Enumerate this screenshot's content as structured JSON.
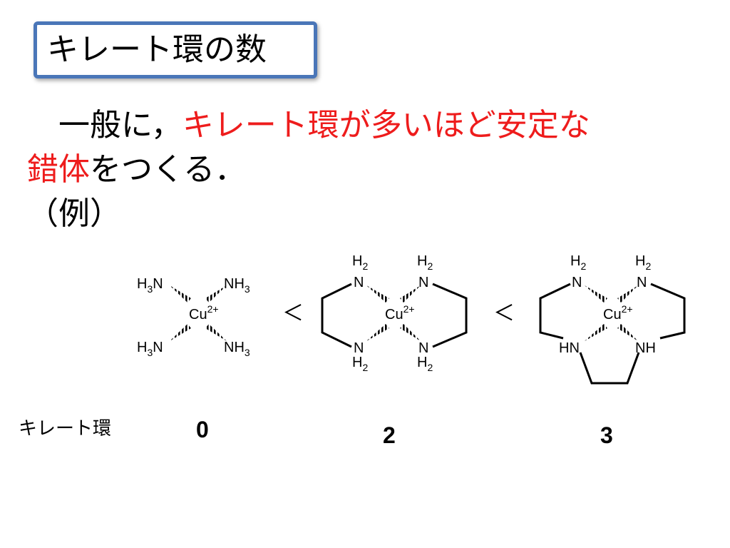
{
  "title": "キレート環の数",
  "body": {
    "line1_prefix": "一般に，",
    "line1_highlight": "キレート環が多いほど安定な",
    "line2_highlight": "錯体",
    "line2_suffix": "をつくる．",
    "line3": "（例）"
  },
  "colors": {
    "highlight": "#ee1c1c",
    "title_border": "#4a76b8"
  },
  "structures": [
    {
      "name": "tetraammine-copper",
      "labels": [
        "H",
        "3",
        "N",
        "NH",
        "3",
        "H",
        "3",
        "N",
        "NH",
        "3",
        "Cu",
        "2+"
      ]
    },
    {
      "name": "bis-ethylenediamine-copper",
      "labels": [
        "H",
        "2",
        "N",
        "H",
        "2",
        "N",
        "N",
        "H",
        "2",
        "N",
        "H",
        "2",
        "Cu",
        "2+"
      ]
    },
    {
      "name": "triethylenetetramine-copper",
      "labels": [
        "H",
        "2",
        "N",
        "H",
        "2",
        "N",
        "HN",
        "NH",
        "Cu",
        "2+"
      ]
    }
  ],
  "comparators": [
    "＜",
    "＜"
  ],
  "chelate_label": "キレート環",
  "chelate_counts": [
    "0",
    "2",
    "3"
  ]
}
